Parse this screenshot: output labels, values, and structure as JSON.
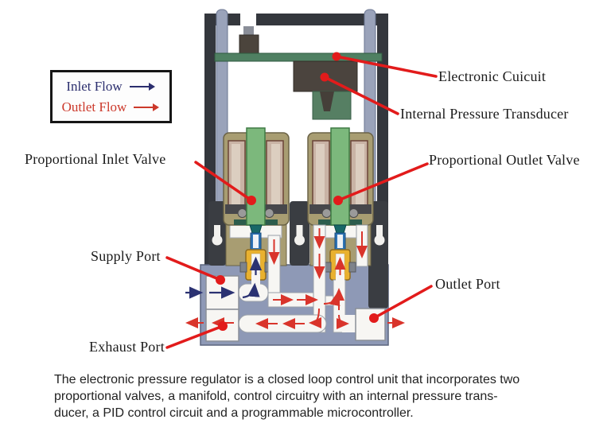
{
  "legend": {
    "inlet_label": "Inlet Flow",
    "outlet_label": "Outlet Flow",
    "inlet_color": "#2b2e6e",
    "outlet_color": "#cc392b"
  },
  "labels": {
    "electronic_circuit": "Electronic Cuicuit",
    "pressure_transducer": "Internal Pressure Transducer",
    "inlet_valve": "Proportional Inlet Valve",
    "outlet_valve": "Proportional Outlet Valve",
    "supply_port": "Supply Port",
    "outlet_port": "Outlet Port",
    "exhaust_port": "Exhaust Port"
  },
  "caption": {
    "line1": "The electronic pressure regulator is a closed loop control unit that incorporates two",
    "line2": "proportional valves, a manifold, control circuitry with an internal pressure trans-",
    "line3": "ducer, a PID control circuit and a programmable microcontroller."
  },
  "colors": {
    "callout_red": "#e21b1b",
    "frame_dark": "#34373d",
    "rod_blue_gray": "#9aa3ba",
    "pcb_green": "#4f8062",
    "transducer_dark": "#4b443e",
    "valve_body_tan": "#a89d72",
    "coil_pink": "#c9b3a5",
    "plunger_green": "#7cb87c",
    "manifold_blue": "#8e99b6",
    "stem_yellow": "#e9b12f",
    "stem_blue": "#2f74b5",
    "inlet_arrow_blue": "#2b3272",
    "outlet_arrow_red": "#d9342b"
  }
}
